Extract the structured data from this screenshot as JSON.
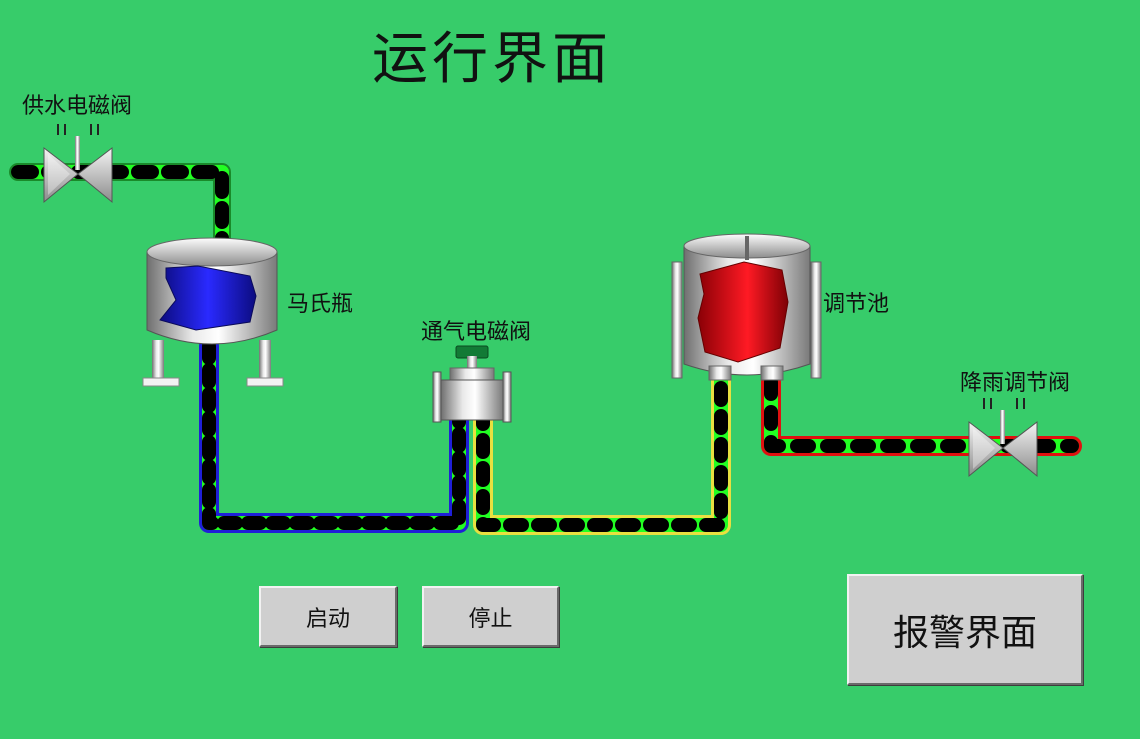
{
  "screen": {
    "title": "运行界面"
  },
  "labels": {
    "supply_valve": "供水电磁阀",
    "mariotte_bottle": "马氏瓶",
    "vent_valve": "通气电磁阀",
    "regulating_tank": "调节池",
    "rain_valve": "降雨调节阀"
  },
  "buttons": {
    "start": "启动",
    "stop": "停止",
    "alarm": "报警界面"
  },
  "colors": {
    "background": "#37cc6a",
    "pipe_green": "#22ff22",
    "pipe_dash": "#000000",
    "pipe_blue_border": "#1f1fd8",
    "pipe_yellow_border": "#e8e040",
    "pipe_red_border": "#e01010",
    "bottle_liquid": "#1a1ad9",
    "tank_liquid": "#e8101a"
  }
}
